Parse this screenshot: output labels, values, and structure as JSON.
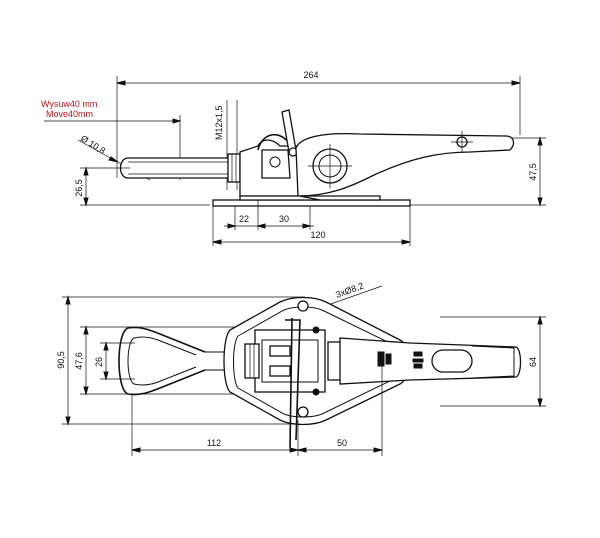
{
  "side_view": {
    "overall_length": "264",
    "stroke_note_line1": "Wysuw40 mm",
    "stroke_note_line2": "Move40mm",
    "eye_diameter": "Ø 10,8",
    "thread": "M12x1,5",
    "height_left": "26,5",
    "height_right": "47,5",
    "base_dim_22": "22",
    "base_dim_30": "30",
    "base_dim_120": "120"
  },
  "top_view": {
    "holes": "3xØ8,2",
    "width_90_5": "90,5",
    "width_47_6": "47,6",
    "width_26": "26",
    "length_112": "112",
    "length_50": "50",
    "width_64": "64"
  },
  "colors": {
    "line": "#111111",
    "note": "#c0141a"
  }
}
